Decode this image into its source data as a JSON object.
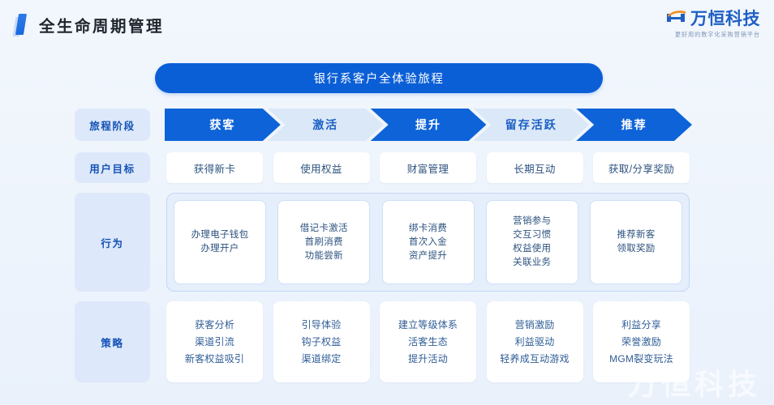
{
  "header": {
    "title": "全生命周期管理",
    "accent_icon": "accent-bar-icon",
    "logo": {
      "mark_icon": "wanheng-h-logo-icon",
      "name": "万恒科技",
      "tagline": "更好用的数字化采购营销平台"
    }
  },
  "banner": {
    "title": "银行系客户全体验旅程"
  },
  "rows": {
    "stage": {
      "label": "旅程阶段",
      "items": [
        {
          "label": "获客",
          "style": "dark"
        },
        {
          "label": "激活",
          "style": "light"
        },
        {
          "label": "提升",
          "style": "dark"
        },
        {
          "label": "留存活跃",
          "style": "light"
        },
        {
          "label": "推荐",
          "style": "dark"
        }
      ]
    },
    "goal": {
      "label": "用户目标",
      "items": [
        "获得新卡",
        "使用权益",
        "财富管理",
        "长期互动",
        "获取/分享奖励"
      ]
    },
    "behavior": {
      "label": "行为",
      "items": [
        {
          "lines": [
            "办理电子钱包",
            "办理开户"
          ]
        },
        {
          "lines": [
            "借记卡激活",
            "首刷消费",
            "功能尝新"
          ]
        },
        {
          "lines": [
            "绑卡消费",
            "首次入金",
            "资产提升"
          ]
        },
        {
          "lines": [
            "营销参与",
            "交互习惯",
            "权益使用",
            "关联业务"
          ]
        },
        {
          "lines": [
            "推荐新客",
            "领取奖励"
          ]
        }
      ]
    },
    "strategy": {
      "label": "策略",
      "items": [
        {
          "lines": [
            "获客分析",
            "渠道引流",
            "新客权益吸引"
          ]
        },
        {
          "lines": [
            "引导体验",
            "钩子权益",
            "渠道绑定"
          ]
        },
        {
          "lines": [
            "建立等级体系",
            "活客生态",
            "提升活动"
          ]
        },
        {
          "lines": [
            "营销激励",
            "利益驱动",
            "轻养成互动游戏"
          ]
        },
        {
          "lines": [
            "利益分享",
            "荣誉激励",
            "MGM裂变玩法"
          ]
        }
      ]
    }
  },
  "watermark": "万恒科技",
  "colors": {
    "page_bg": "#eef4fc",
    "primary_blue": "#0b5fd6",
    "arrow_dark": "#0e63d8",
    "arrow_light": "#dbe8f8",
    "label_chip": "#dde8fa",
    "panel_bg": "#e5eefb",
    "text_blue": "#2c527f"
  }
}
